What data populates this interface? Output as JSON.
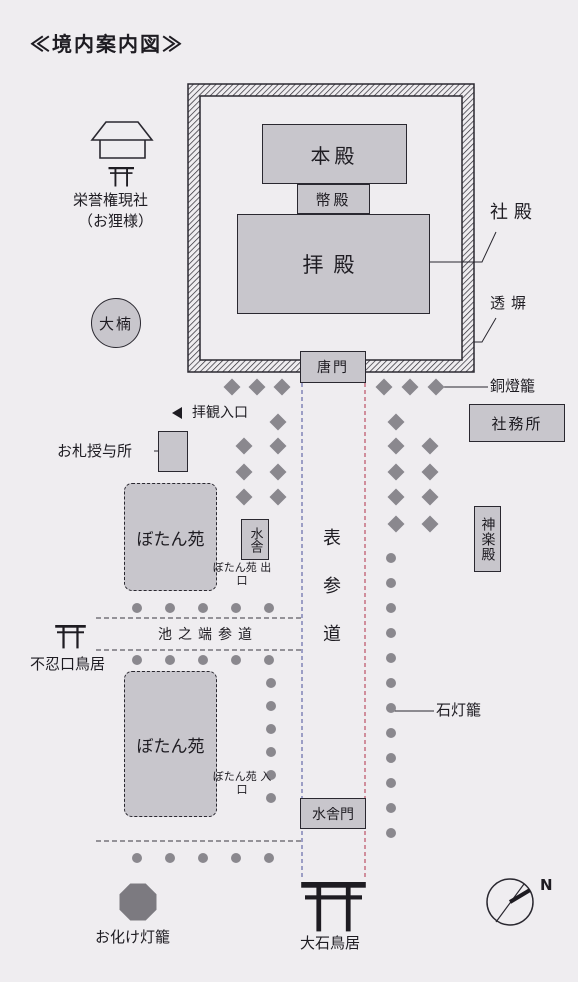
{
  "title": "≪境内案内図≫",
  "buildings": {
    "honden": "本殿",
    "heiden": "幣殿",
    "haiden": "拝殿",
    "karamon": "唐門",
    "shamusho": "社務所",
    "kagurade": "神楽殿",
    "chozuya": "水舎",
    "chozuya_gate": "水舎門",
    "ofuda": "お札授与所"
  },
  "labels": {
    "shaden": "社殿",
    "sukibei": "透塀",
    "dotoro": "銅燈籠",
    "ishitoro": "石灯籠",
    "haikan_entrance": "拝観入口",
    "eiyo_gongen": "栄誉権現社",
    "otanuki": "（お狸様）",
    "ogusu": "大楠",
    "botan_upper": "ぼたん苑",
    "botan_lower": "ぼたん苑",
    "botan_exit": "ぼたん苑 出口",
    "botan_entrance": "ぼたん苑 入口",
    "ikenohata": "池之端参道",
    "shinobazu_torii": "不忍口鳥居",
    "omotesando": "表参道",
    "ishi_torii": "大石鳥居",
    "obake_toro": "お化け灯籠",
    "north": "N"
  },
  "colors": {
    "building_fill": "#c8c6cc",
    "ink": "#1e1c22",
    "path_dash_red": "#b03048",
    "path_dash_blue": "#4a4e9a",
    "lantern": "#8a888e"
  }
}
